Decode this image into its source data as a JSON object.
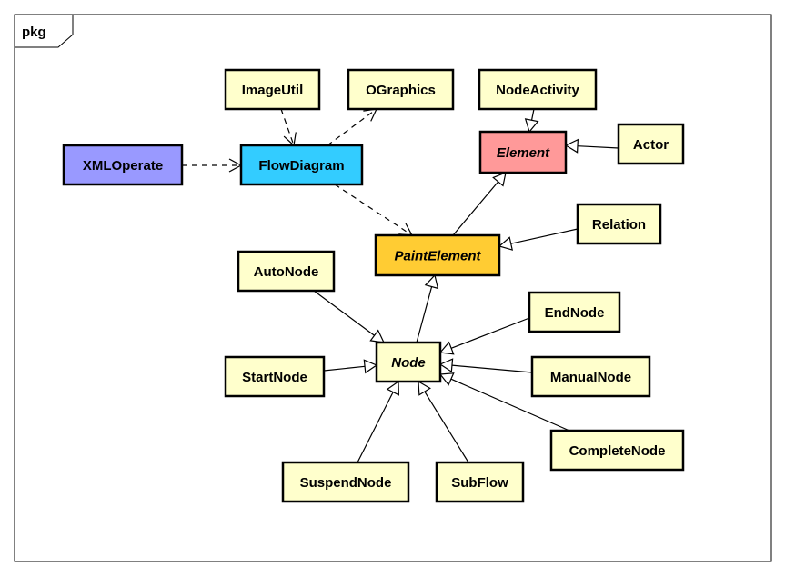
{
  "package": {
    "label": "pkg"
  },
  "colors": {
    "default": "#ffffcc",
    "XMLOperate": "#9999ff",
    "FlowDiagram": "#33ccff",
    "Element": "#ff9999",
    "PaintElement": "#ffcc33"
  },
  "classes": [
    {
      "id": "ImageUtil",
      "label": "ImageUtil",
      "abstract": false
    },
    {
      "id": "OGraphics",
      "label": "OGraphics",
      "abstract": false
    },
    {
      "id": "NodeActivity",
      "label": "NodeActivity",
      "abstract": false
    },
    {
      "id": "XMLOperate",
      "label": "XMLOperate",
      "abstract": false
    },
    {
      "id": "FlowDiagram",
      "label": "FlowDiagram",
      "abstract": false
    },
    {
      "id": "Element",
      "label": "Element",
      "abstract": true
    },
    {
      "id": "Actor",
      "label": "Actor",
      "abstract": false
    },
    {
      "id": "Relation",
      "label": "Relation",
      "abstract": false
    },
    {
      "id": "PaintElement",
      "label": "PaintElement",
      "abstract": true
    },
    {
      "id": "AutoNode",
      "label": "AutoNode",
      "abstract": false
    },
    {
      "id": "EndNode",
      "label": "EndNode",
      "abstract": false
    },
    {
      "id": "Node",
      "label": "Node",
      "abstract": true
    },
    {
      "id": "StartNode",
      "label": "StartNode",
      "abstract": false
    },
    {
      "id": "ManualNode",
      "label": "ManualNode",
      "abstract": false
    },
    {
      "id": "CompleteNode",
      "label": "CompleteNode",
      "abstract": false
    },
    {
      "id": "SuspendNode",
      "label": "SuspendNode",
      "abstract": false
    },
    {
      "id": "SubFlow",
      "label": "SubFlow",
      "abstract": false
    }
  ],
  "relations": [
    {
      "type": "dependency",
      "from": "ImageUtil",
      "to": "FlowDiagram"
    },
    {
      "type": "dependency",
      "from": "FlowDiagram",
      "to": "OGraphics"
    },
    {
      "type": "dependency",
      "from": "XMLOperate",
      "to": "FlowDiagram"
    },
    {
      "type": "dependency",
      "from": "FlowDiagram",
      "to": "PaintElement"
    },
    {
      "type": "generalization",
      "from": "NodeActivity",
      "to": "Element"
    },
    {
      "type": "generalization",
      "from": "Actor",
      "to": "Element"
    },
    {
      "type": "generalization",
      "from": "PaintElement",
      "to": "Element"
    },
    {
      "type": "generalization",
      "from": "Relation",
      "to": "PaintElement"
    },
    {
      "type": "generalization",
      "from": "Node",
      "to": "PaintElement"
    },
    {
      "type": "generalization",
      "from": "AutoNode",
      "to": "Node"
    },
    {
      "type": "generalization",
      "from": "EndNode",
      "to": "Node"
    },
    {
      "type": "generalization",
      "from": "StartNode",
      "to": "Node"
    },
    {
      "type": "generalization",
      "from": "ManualNode",
      "to": "Node"
    },
    {
      "type": "generalization",
      "from": "CompleteNode",
      "to": "Node"
    },
    {
      "type": "generalization",
      "from": "SuspendNode",
      "to": "Node"
    },
    {
      "type": "generalization",
      "from": "SubFlow",
      "to": "Node"
    }
  ]
}
